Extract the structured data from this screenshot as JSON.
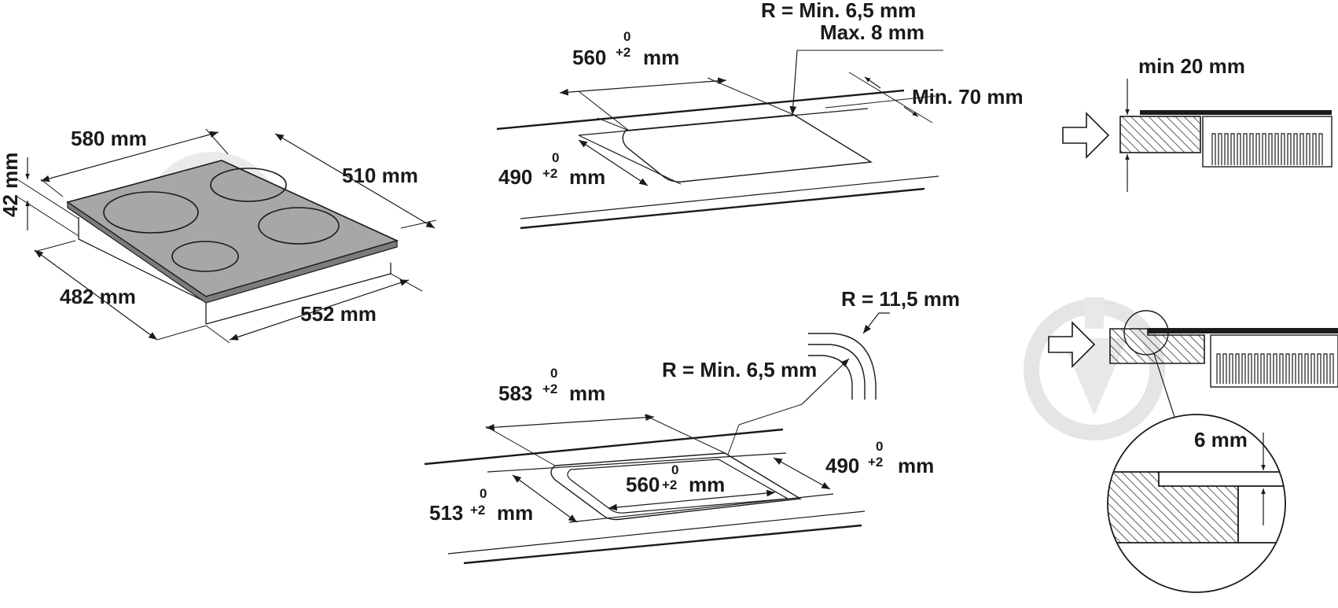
{
  "colors": {
    "ink": "#1a1a1a",
    "hob_surface": "#a7a7a7",
    "hob_edge": "#7c7c7c",
    "watermark": "#e3e3e3"
  },
  "icons": [
    "arrow-right-icon",
    "watermark-logo-icon"
  ],
  "hob": {
    "width": "580 mm",
    "depth": "510 mm",
    "height": "42 mm",
    "base_depth": "482 mm",
    "base_width": "552 mm"
  },
  "cutout_flush": {
    "length_value": "560",
    "length_upper": "0",
    "length_lower": "+2",
    "length_unit": "mm",
    "depth_value": "490",
    "depth_upper": "0",
    "depth_lower": "+2",
    "depth_unit": "mm",
    "radius_line1": "R = Min. 6,5 mm",
    "radius_line2": "Max. 8 mm",
    "edge_distance": "Min. 70 mm"
  },
  "cutout_recessed": {
    "radius_outer": "R = 11,5 mm",
    "radius_inner": "R = Min. 6,5 mm",
    "outer_length_value": "583",
    "outer_length_upper": "0",
    "outer_length_lower": "+2",
    "outer_length_unit": "mm",
    "outer_depth_value": "490",
    "outer_depth_upper": "0",
    "outer_depth_lower": "+2",
    "outer_depth_unit": "mm",
    "inner_length_value": "560",
    "inner_length_upper": "0",
    "inner_length_lower": "+2",
    "inner_length_unit": "mm",
    "inner_depth_value": "513",
    "inner_depth_upper": "0",
    "inner_depth_lower": "+2",
    "inner_depth_unit": "mm"
  },
  "worktop": {
    "min_thickness": "min 20 mm",
    "recess_depth": "6 mm"
  }
}
